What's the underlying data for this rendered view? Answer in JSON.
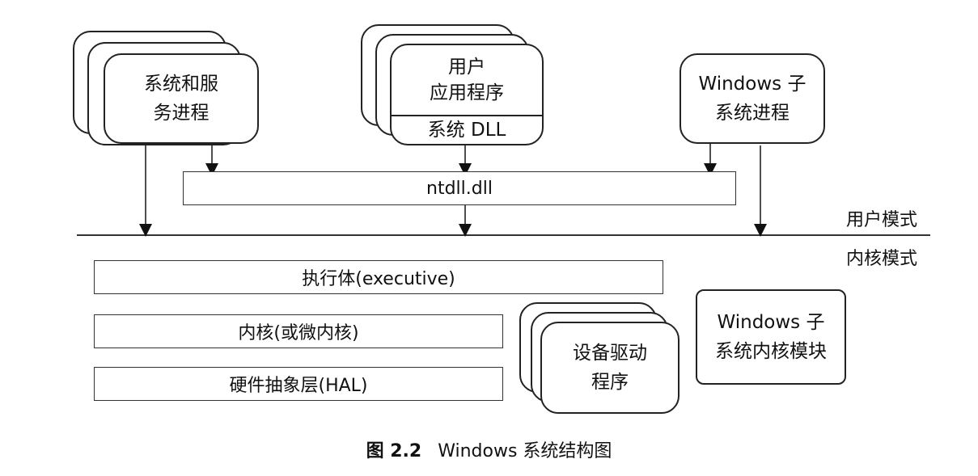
{
  "user_mode": {
    "system_services": "系统和服\n务进程",
    "user_app": "用户\n应用程序",
    "system_dll": "系统 DLL",
    "windows_subsystem_process": "Windows 子\n系统进程",
    "ntdll": "ntdll.dll",
    "label": "用户模式"
  },
  "kernel_mode": {
    "label": "内核模式",
    "executive": "执行体(executive)",
    "kernel": "内核(或微内核)",
    "hal": "硬件抽象层(HAL)",
    "device_drivers": "设备驱动\n程序",
    "windows_subsystem_kernel": "Windows 子\n系统内核模块"
  },
  "caption": {
    "figure_number": "图 2.2",
    "title": "Windows 系统结构图"
  }
}
